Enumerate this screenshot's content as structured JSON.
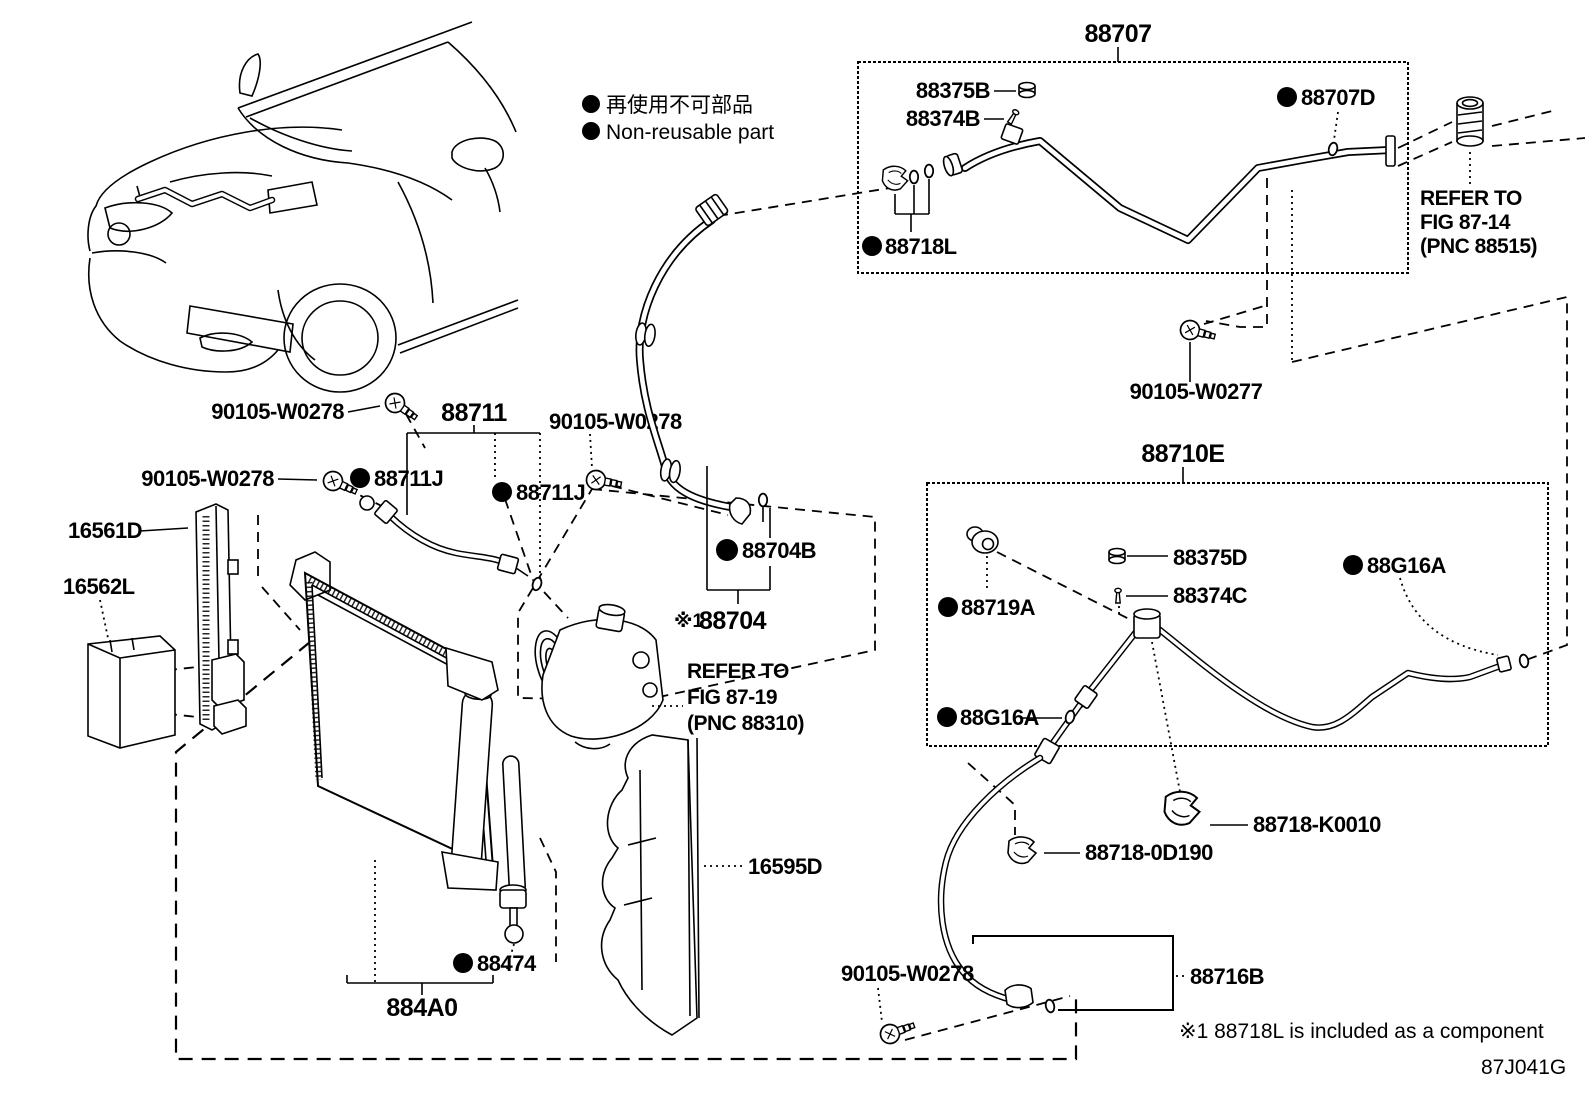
{
  "legend": {
    "jp": "再使用不可部品",
    "en": "Non-reusable part"
  },
  "boxes": {
    "discharge_pipe": "88707",
    "liquid_pipe": "88710E"
  },
  "labels": {
    "p88375B": "88375B",
    "p88374B": "88374B",
    "p88707D": "88707D",
    "p88718L": "88718L",
    "p90105_W0277": "90105-W0277",
    "p90105_W0278": "90105-W0278",
    "p88711": "88711",
    "p88711J": "88711J",
    "p16561D": "16561D",
    "p16562L": "16562L",
    "p88704B": "88704B",
    "p88704": "88704",
    "footnote_mark": "※1",
    "p88719A": "88719A",
    "p88375D": "88375D",
    "p88374C": "88374C",
    "p88G16A": "88G16A",
    "p88718_K0010": "88718-K0010",
    "p88718_0D190": "88718-0D190",
    "p88716B": "88716B",
    "p16595D": "16595D",
    "p88474": "88474",
    "p884A0": "884A0"
  },
  "refs": {
    "fig14": [
      "REFER TO",
      "FIG 87-14",
      "(PNC 88515)"
    ],
    "fig19": [
      "REFER TO",
      "FIG 87-19",
      "(PNC 88310)"
    ]
  },
  "notes": {
    "component": "※1 88718L is included as a component",
    "drawing_code": "87J041G"
  }
}
